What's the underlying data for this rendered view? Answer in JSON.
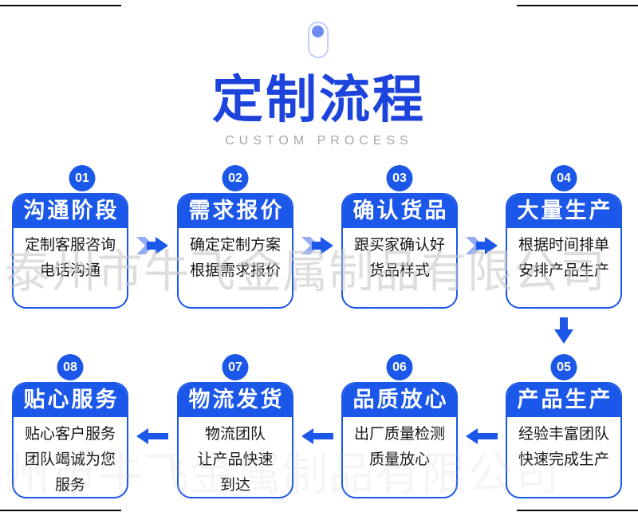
{
  "page": {
    "title": "定制流程",
    "subtitle": "CUSTOM PROCESS",
    "watermark": "泰州市牛飞金属制品有限公司"
  },
  "colors": {
    "primary_blue": "#1b57e9",
    "title_blue": "#1d43dd",
    "arrow_chevron_light": "#93acf3",
    "pill_outline": "#c5d0f6",
    "pill_dot": "#6d8cf0",
    "subtitle_gray": "#a7a7a7",
    "body_text": "#151515",
    "watermark_gray": "#c8c8c8"
  },
  "icons": {
    "scroll_hint": "scroll-pill-icon",
    "forward_arrow": "fast-forward-arrow-icon",
    "left_arrow": "left-arrow-icon",
    "down_arrow": "down-arrow-icon"
  },
  "steps": [
    {
      "num": "01",
      "title": "沟通阶段",
      "lines": [
        "定制客服咨询",
        "电话沟通"
      ]
    },
    {
      "num": "02",
      "title": "需求报价",
      "lines": [
        "确定定制方案",
        "根据需求报价"
      ]
    },
    {
      "num": "03",
      "title": "确认货品",
      "lines": [
        "跟买家确认好",
        "货品样式"
      ]
    },
    {
      "num": "04",
      "title": "大量生产",
      "lines": [
        "根据时间排单",
        "安排产品生产"
      ]
    },
    {
      "num": "05",
      "title": "产品生产",
      "lines": [
        "经验丰富团队",
        "快速完成生产"
      ]
    },
    {
      "num": "06",
      "title": "品质放心",
      "lines": [
        "出厂质量检测",
        "质量放心"
      ]
    },
    {
      "num": "07",
      "title": "物流发货",
      "lines": [
        "物流团队",
        "让产品快速",
        "到达"
      ]
    },
    {
      "num": "08",
      "title": "贴心服务",
      "lines": [
        "贴心客户服务",
        "团队竭诚为您",
        "服务"
      ]
    }
  ]
}
